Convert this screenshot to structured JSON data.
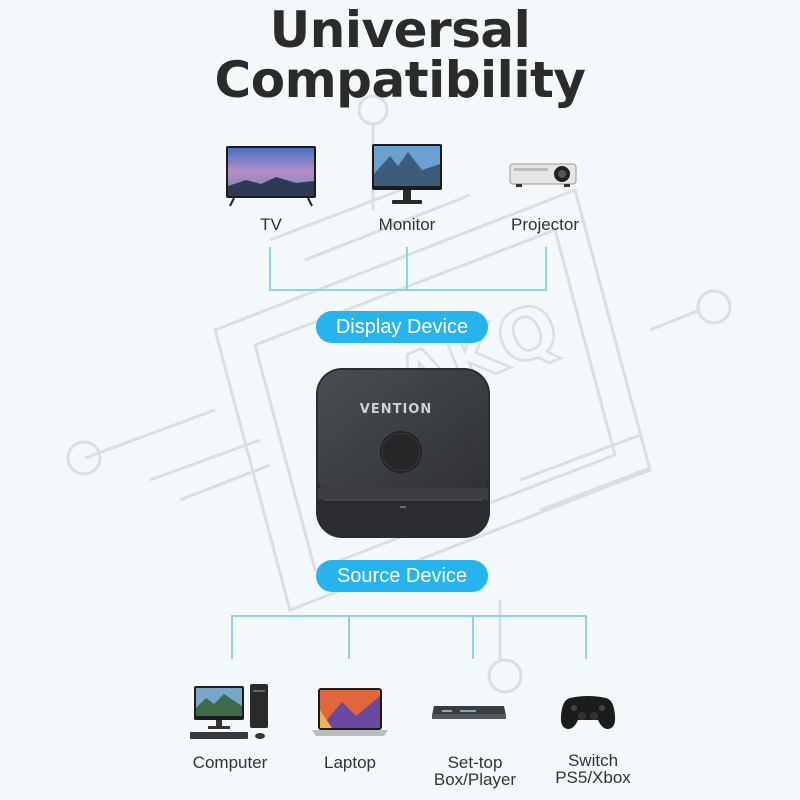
{
  "title": {
    "line1": "Universal",
    "line2": "Compatibility"
  },
  "display_devices": [
    {
      "label": "TV",
      "icon": "tv-icon"
    },
    {
      "label": "Monitor",
      "icon": "monitor-icon"
    },
    {
      "label": "Projector",
      "icon": "projector-icon"
    }
  ],
  "display_pill": "Display Device",
  "switch_brand": "VENTION",
  "source_pill": "Source Device",
  "source_devices": [
    {
      "label": "Computer",
      "icon": "computer-icon"
    },
    {
      "label": "Laptop",
      "icon": "laptop-icon"
    },
    {
      "label": "Set-top",
      "label2": "Box/Player",
      "icon": "settop-box-icon"
    },
    {
      "label": "Switch",
      "label2": "PS5/Xbox",
      "icon": "gamepad-icon"
    }
  ],
  "watermark_text": "AKQ",
  "colors": {
    "accent": "#27b4ec",
    "connector": "#8fd4df",
    "title": "#2b2b2b",
    "device_body": "#3b3d40"
  }
}
